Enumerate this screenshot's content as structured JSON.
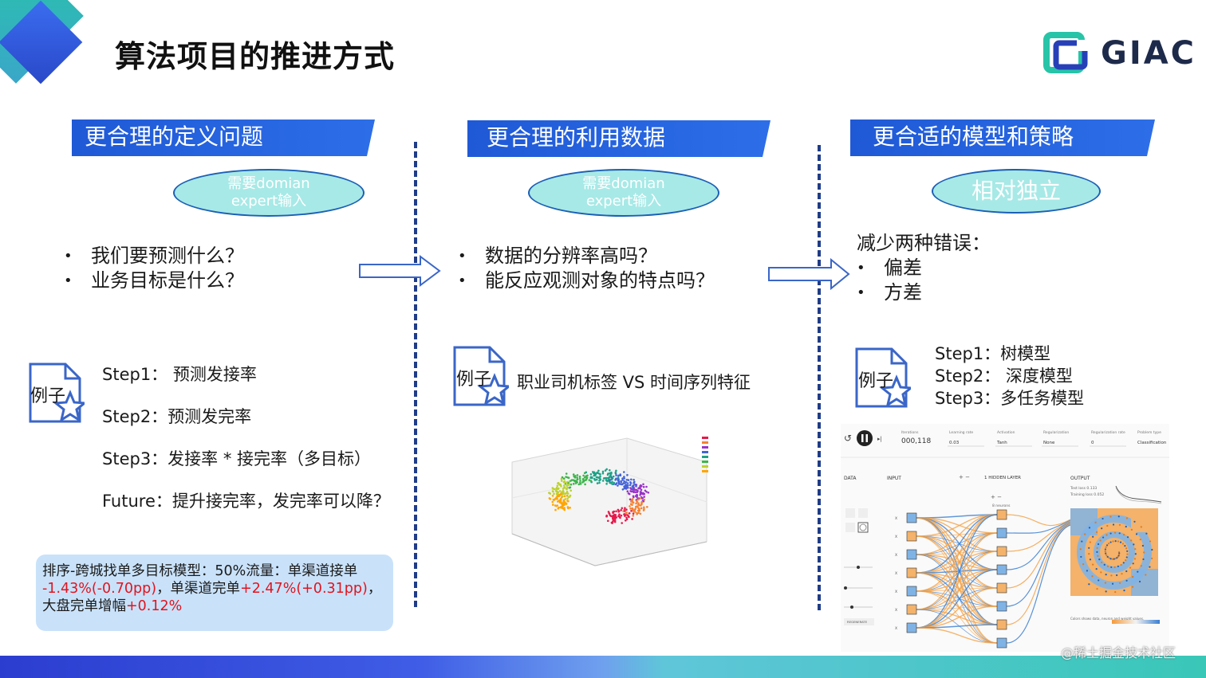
{
  "header": {
    "title": "算法项目的推进方式",
    "logo_text": "GIAC"
  },
  "sections": [
    {
      "heading": "更合理的定义问题",
      "badge": [
        "需要domian",
        "expert输入"
      ],
      "bullets": [
        "我们要预测什么？",
        "业务目标是什么？"
      ]
    },
    {
      "heading": "更合理的利用数据",
      "badge": [
        "需要domian",
        "expert输入"
      ],
      "bullets": [
        "数据的分辨率高吗？",
        "能反应观测对象的特点吗？"
      ]
    },
    {
      "heading": "更合适的模型和策略",
      "badge": [
        "相对独立"
      ],
      "intro": "减少两种错误：",
      "bullets": [
        "偏差",
        "方差"
      ]
    }
  ],
  "example_label": "例子",
  "steps_left": [
    "Step1： 预测发接率",
    "Step2：预测发完率",
    "Step3：发接率 * 接完率（多目标）",
    "Future：提升接完率，发完率可以降？"
  ],
  "middle_example": "职业司机标签 VS 时间序列特征",
  "steps_right": [
    "Step1：树模型",
    "Step2： 深度模型",
    "Step3：多任务模型"
  ],
  "result": {
    "line1": "排序-跨城找单多目标模型：50%流量：单渠道接单",
    "neg": "-1.43%(-0.70pp)",
    "mid": "，单渠道完单",
    "pos1": "+2.47%(+0.31pp)",
    "comma": "，",
    "line3": "大盘完单增幅",
    "pos2": "+0.12%"
  },
  "playground": {
    "epoch": "000,118",
    "epoch_label": "Iterations",
    "lr_label": "Learning rate",
    "lr": "0.03",
    "act_label": "Activation",
    "act": "Tanh",
    "reg_label": "Regularization",
    "reg": "None",
    "rate_label": "Regularization rate",
    "rate": "0",
    "type_label": "Problem type",
    "type": "Classification",
    "data": "DATA",
    "input": "INPUT",
    "hidden": "1  HIDDEN LAYER",
    "output": "OUTPUT",
    "test_loss": "Test loss 0.133",
    "train_loss": "Training loss 0.052",
    "regen": "REGENERATE",
    "neurons": "8 neurons",
    "colors_note": "Colors shows data, neuron and weight values."
  },
  "watermark": "@稀土掘金技术社区",
  "colors": {
    "accent_blue": "#1f59d6",
    "ellipse_fill": "#a7e9e6",
    "result_bg": "#c9e2fa",
    "negative": "#e1141e"
  }
}
